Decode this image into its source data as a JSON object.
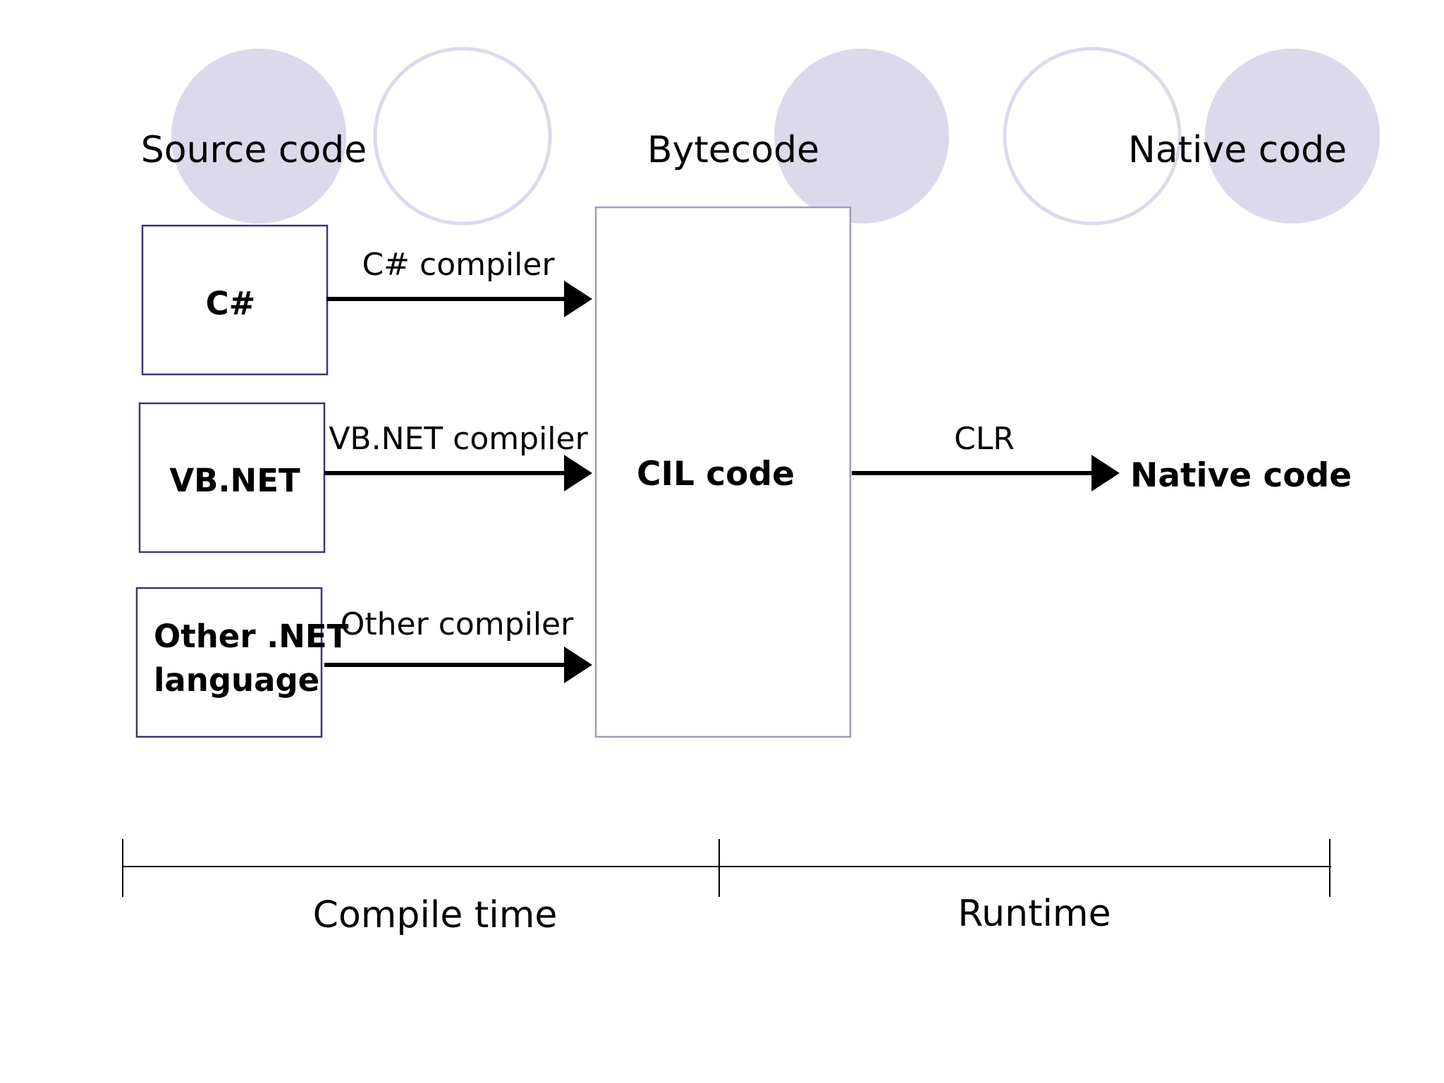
{
  "headings": {
    "source_code": "Source code",
    "bytecode": "Bytecode",
    "native_code": "Native code"
  },
  "languages": {
    "csharp": "C#",
    "vbnet": "VB.NET",
    "other_line1": "Other .NET",
    "other_line2": "language"
  },
  "compilers": {
    "csharp": "C# compiler",
    "vbnet": "VB.NET compiler",
    "other": "Other compiler"
  },
  "center": {
    "cil": "CIL code"
  },
  "runtime_arrow": {
    "label": "CLR",
    "target": "Native code"
  },
  "timeline": {
    "compile_time": "Compile time",
    "runtime": "Runtime"
  },
  "colors": {
    "circle_fill": "#dcd9ec",
    "box_border": "#3b3676",
    "cil_border": "#9e9ac4"
  }
}
